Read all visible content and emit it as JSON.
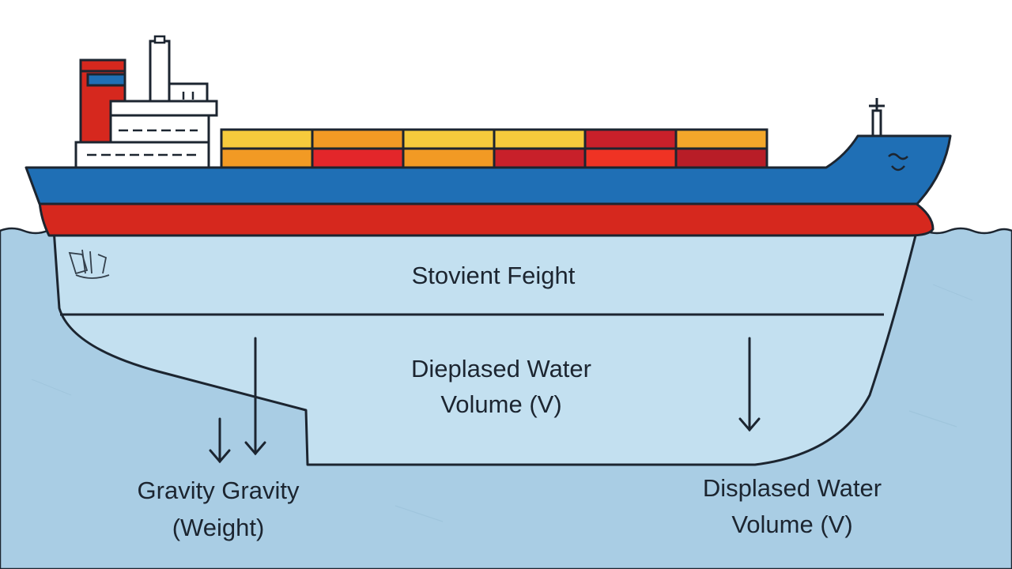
{
  "labels": {
    "hull_upper": "Stovient Feight",
    "hull_lower_line1": "Dieplased Water",
    "hull_lower_line2": "Volume (V)",
    "gravity_line1": "Gravity Gravity",
    "gravity_line2": "(Weight)",
    "displaced_line1": "Displased Water",
    "displaced_line2": "Volume (V)"
  },
  "colors": {
    "water": "#a9cde4",
    "hull_underwater": "#c3e0f0",
    "hull_blue": "#1f6fb5",
    "hull_red": "#d6281e",
    "superstructure": "#ffffff",
    "outline": "#1c2530"
  },
  "containers": {
    "top_row": [
      "#f6cb3c",
      "#f29a24",
      "#f6cb3c",
      "#f6cb3c",
      "#c8202a",
      "#f3a72a"
    ],
    "bottom_row": [
      "#f29a24",
      "#e3262a",
      "#f29a24",
      "#c8202a",
      "#ef3324",
      "#b81d27"
    ]
  }
}
